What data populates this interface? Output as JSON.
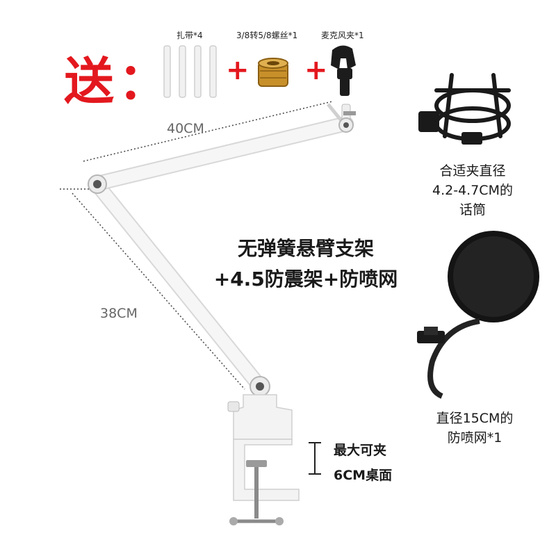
{
  "gift": {
    "label": "送："
  },
  "accessories": [
    {
      "label": "扎带*4",
      "icon": "cable-tie-icon"
    },
    {
      "label": "3/8转5/8螺丝*1",
      "icon": "screw-adapter-icon"
    },
    {
      "label": "麦克风夹*1",
      "icon": "mic-clip-icon"
    }
  ],
  "plus_sign": "+",
  "dimensions": {
    "upper_arm": "40CM",
    "lower_arm": "38CM"
  },
  "title": {
    "line1": "无弹簧悬臂支架",
    "line2": "+4.5防震架+防喷网"
  },
  "shock_mount": {
    "caption_line1": "合适夹直径",
    "caption_line2": "4.2-4.7CM的",
    "caption_line3": "话筒"
  },
  "pop_filter": {
    "caption_line1": "直径15CM的",
    "caption_line2": "防喷网*1"
  },
  "clamp": {
    "caption_line1": "最大可夹",
    "caption_line2": "6CM桌面"
  },
  "colors": {
    "accent_red": "#e3181e",
    "arm_white": "#f4f4f4",
    "accessory_black": "#1a1a1a",
    "brass": "#c8902a"
  }
}
